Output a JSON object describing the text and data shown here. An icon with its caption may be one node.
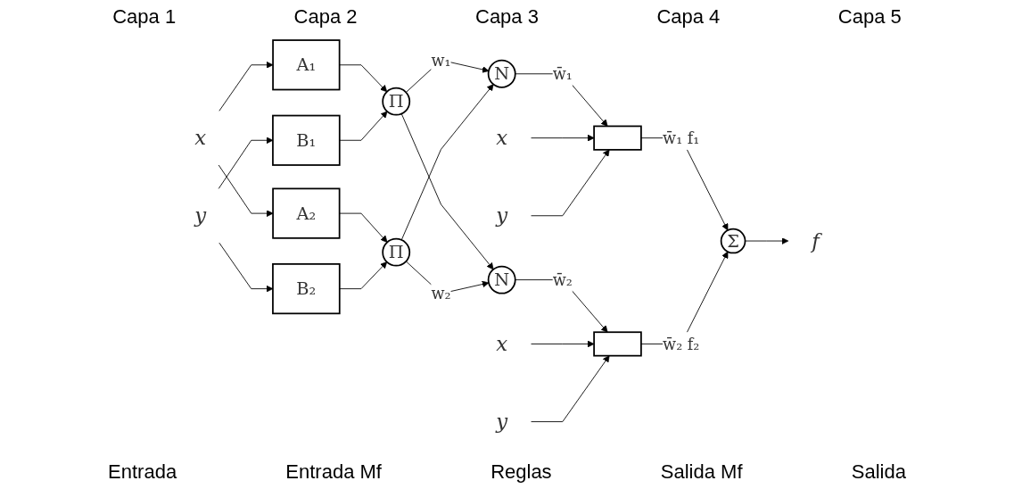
{
  "diagram": {
    "nodes": [
      {
        "text": [
          "x"
        ]
      },
      {
        "text": [
          "y"
        ]
      },
      {
        "text": [
          "A₁"
        ]
      },
      {
        "text": [
          "A₂"
        ]
      },
      {
        "text": [
          "B₁"
        ]
      },
      {
        "text": [
          "B₂"
        ]
      },
      {
        "text": [
          "Π"
        ]
      },
      {
        "text": [
          "Π"
        ]
      },
      {
        "text": [
          "N"
        ]
      },
      {
        "text": [
          "N"
        ]
      },
      {
        "text": [
          "x"
        ]
      },
      {
        "text": [
          "y"
        ]
      },
      {
        "text": [],
        "shape": "box"
      },
      {
        "text": [],
        "shape": "box"
      },
      {
        "text": [
          "x"
        ]
      },
      {
        "text": [
          "y"
        ]
      },
      {
        "text": [
          "Σ"
        ]
      },
      {
        "text": [
          "f"
        ]
      }
    ],
    "edges": [
      {
        "from": 0,
        "to": 2,
        "arrow": "to"
      },
      {
        "from": 0,
        "to": 3,
        "arrow": "to"
      },
      {
        "from": 1,
        "to": 4,
        "arrow": "to"
      },
      {
        "from": 1,
        "to": 5,
        "arrow": "to"
      },
      {
        "from": 2,
        "to": 6,
        "arrow": "to"
      },
      {
        "from": 3,
        "to": 7,
        "arrow": "to"
      },
      {
        "from": 4,
        "to": 6,
        "arrow": "to"
      },
      {
        "from": 5,
        "to": 7,
        "arrow": "to"
      },
      {
        "from": 6,
        "to": 8,
        "arrow": "to",
        "label": "w₁"
      },
      {
        "from": 6,
        "to": 9,
        "arrow": "to"
      },
      {
        "from": 7,
        "to": 8,
        "arrow": "to"
      },
      {
        "from": 7,
        "to": 9,
        "arrow": "to",
        "label": "w₂"
      },
      {
        "from": 8,
        "to": 12,
        "arrow": "to",
        "label": "w̄₁"
      },
      {
        "from": 9,
        "to": 13,
        "arrow": "to",
        "label": "w̄₂"
      },
      {
        "from": 10,
        "to": 12,
        "arrow": "to"
      },
      {
        "from": 11,
        "to": 12,
        "arrow": "to"
      },
      {
        "from": 14,
        "to": 13,
        "arrow": "to"
      },
      {
        "from": 15,
        "to": 13,
        "arrow": "to"
      },
      {
        "from": 12,
        "to": 16,
        "arrow": "to",
        "label": "w̄₁ f₁"
      },
      {
        "from": 13,
        "to": 16,
        "arrow": "to",
        "label": "w̄₂ f₂"
      },
      {
        "from": 16,
        "to": 17,
        "arrow": "to"
      }
    ],
    "labels": [
      "Capa 1",
      "Capa 2",
      "Capa 3",
      "Capa 4",
      "Capa 5",
      "Entrada",
      "Entrada Mf",
      "Reglas",
      "Salida Mf",
      "Salida"
    ]
  }
}
